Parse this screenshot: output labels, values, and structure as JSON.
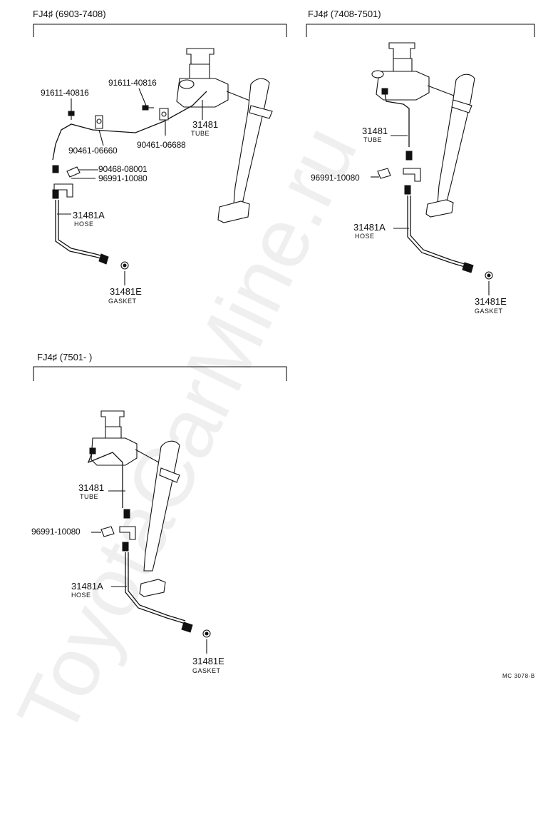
{
  "sections": [
    {
      "header": "FJ4♯ (6903-7408)",
      "labels": {
        "bolt1": "91611-40816",
        "bolt2": "91611-40816",
        "clamp1": "90461-06660",
        "clamp2": "90461-06688",
        "tube_no": "31481",
        "tube_sub": "TUBE",
        "clip1": "90468-08001",
        "clip2": "96991-10080",
        "hose_no": "31481A",
        "hose_sub": "HOSE",
        "gasket_no": "31481E",
        "gasket_sub": "GASKET"
      }
    },
    {
      "header": "FJ4♯ (7408-7501)",
      "labels": {
        "tube_no": "31481",
        "tube_sub": "TUBE",
        "clip": "96991-10080",
        "hose_no": "31481A",
        "hose_sub": "HOSE",
        "gasket_no": "31481E",
        "gasket_sub": "GASKET"
      }
    },
    {
      "header": "FJ4♯ (7501-        )",
      "labels": {
        "tube_no": "31481",
        "tube_sub": "TUBE",
        "clip": "96991-10080",
        "hose_no": "31481A",
        "hose_sub": "HOSE",
        "gasket_no": "31481E",
        "gasket_sub": "GASKET"
      }
    }
  ],
  "figure_ref": "MC 3078-B",
  "watermark": "ToyotaCarMine.ru"
}
